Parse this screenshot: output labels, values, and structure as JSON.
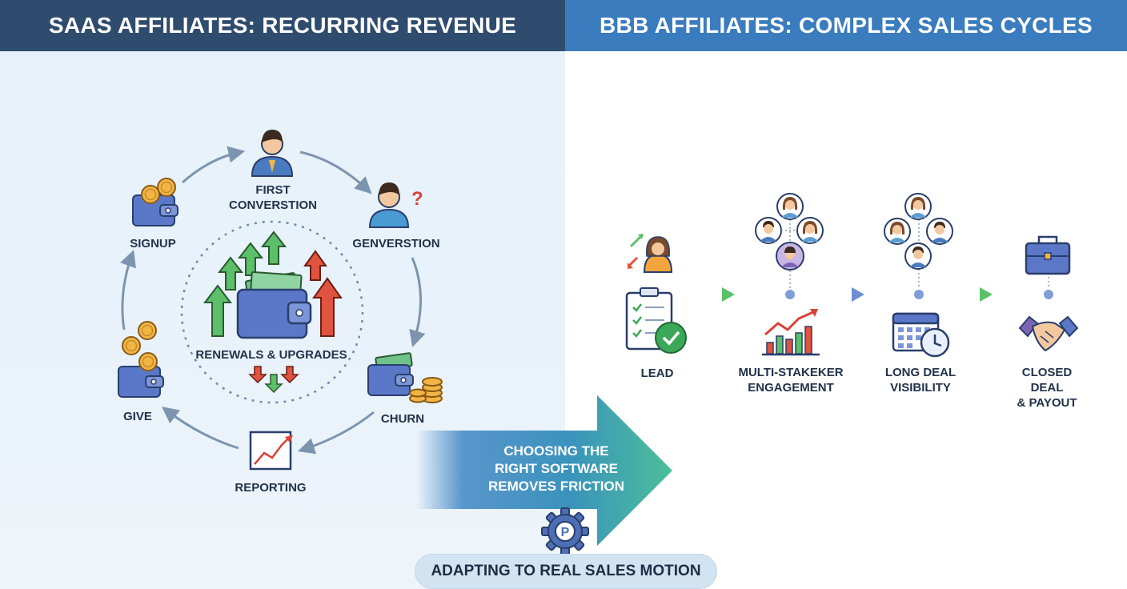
{
  "headers": {
    "left": "SAAS AFFILIATES: RECURRING REVENUE",
    "right": "BBB AFFILIATES: COMPLEX SALES CYCLES"
  },
  "saas_cycle": {
    "center_label": "RENEWALS & UPGRADES",
    "nodes": [
      {
        "id": "first-conversion",
        "label": "FIRST\nCONVERSTION",
        "icon": "person-icon"
      },
      {
        "id": "genverstion",
        "label": "GENVERSTION",
        "icon": "person-question-icon"
      },
      {
        "id": "churn",
        "label": "CHURN",
        "icon": "wallet-coins-icon"
      },
      {
        "id": "reporting",
        "label": "REPORTING",
        "icon": "line-chart-icon"
      },
      {
        "id": "give",
        "label": "GIVE",
        "icon": "wallet-coins-icon"
      },
      {
        "id": "signup",
        "label": "SIGNUP",
        "icon": "wallet-coins-icon"
      }
    ]
  },
  "bbb_pipeline": {
    "stages": [
      {
        "id": "lead",
        "label": "LEAD",
        "icon": "checklist-icon"
      },
      {
        "id": "multi-stakeholder",
        "label": "MULTI-STAKEKER\nENGAGEMENT",
        "icon": "bar-chart-icon"
      },
      {
        "id": "long-deal",
        "label": "LONG DEAL\nVISIBILITY",
        "icon": "calendar-clock-icon"
      },
      {
        "id": "closed-deal",
        "label": "CLOSED DEAL\n& PAYOUT",
        "icon": "handshake-icon"
      }
    ]
  },
  "transition": {
    "arrow_text": "CHOOSING THE\nRIGHT SOFTWARE\nREMOVES FRICTION",
    "gear_letter": "P",
    "pill_text": "ADAPTING TO REAL SALES MOTION"
  },
  "colors": {
    "header_left": "#2f4b6e",
    "header_right": "#3a7cbe",
    "up_arrow": "#5cbf6a",
    "down_arrow": "#e0533f",
    "wallet": "#5b78c8",
    "coin": "#f2b545",
    "pipeline": "#5a9fd4"
  }
}
